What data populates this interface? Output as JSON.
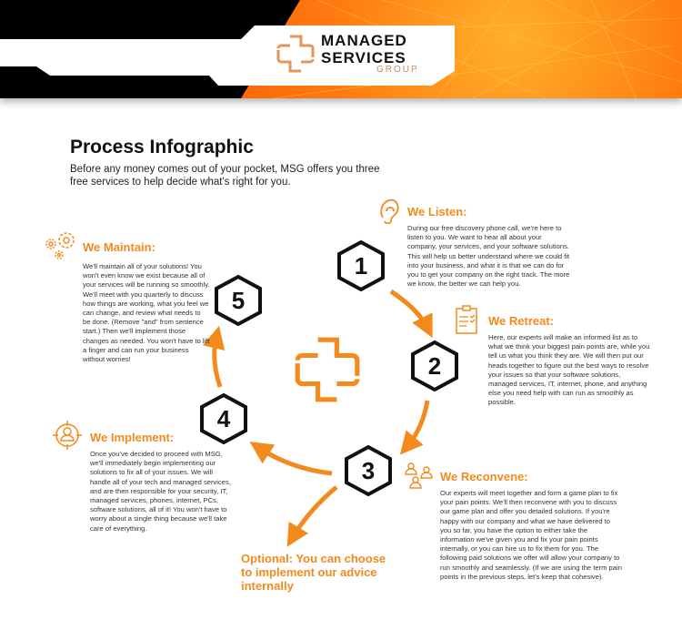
{
  "header": {
    "logo_line1": "MANAGED",
    "logo_line2": "SERVICES",
    "logo_line3": "GROUP"
  },
  "title": "Process Infographic",
  "subtitle": "Before any money comes out of your pocket, MSG offers you three free services to help decide what's right for you.",
  "steps": [
    {
      "number": "1",
      "heading": "We Listen:",
      "icon": "ear-icon",
      "body": "During our free discovery phone call, we're here to listen to you. We want to hear all about your company, your services, and your software solutions. This will help us better understand where we could fit into your business, and what it is that we can do for you to get your company on the right track. The more we know, the better we can help you."
    },
    {
      "number": "2",
      "heading": "We Retreat:",
      "icon": "clipboard-icon",
      "body": "Here, our experts will make an informed list as to what we think your biggest pain points are, while you tell us what you think they are. We will then put our heads together to figure out the best ways to resolve your issues so that your software solutions, managed services, IT, internet, phone, and anything else you need help with can run as smoothly as possible."
    },
    {
      "number": "3",
      "heading": "We Reconvene:",
      "icon": "people-icon",
      "body": "Our experts will meet together and form a game plan to fix your pain points. We'll then reconvene with you to discuss our game plan and offer you detailed solutions. If you're happy with our company and what we have delivered to you so far, you have the option to either take the information we've given you and fix your pain points internally, or you can hire us to fix them for you. The following paid solutions we offer will allow your company to run smoothly and seamlessly. (If we are using the term pain points in the previous steps, let's keep that cohesive)."
    },
    {
      "number": "4",
      "heading": "We Implement:",
      "icon": "target-person-icon",
      "body": "Once you've decided to proceed with MSG, we'll immediately begin implementing our solutions to fix all of your issues. We will handle all of your tech and managed services, and are then responsible for your security, IT, managed services, phones, internet, PCs, software solutions, all of it! You won't have to worry about a single thing because we'll take care of everything."
    },
    {
      "number": "5",
      "heading": "We Maintain:",
      "icon": "gears-icon",
      "body": "We'll maintain all of your solutions! You won't even know we exist because all of your services will be running so smoothly. We'll meet with you quarterly to discuss how things are working, what you feel we can change, and review what needs to be done. (Remove \"and\" from sentence start.) Then we'll implement those changes as needed. You won't have to lift a finger and can run your business without worries!"
    }
  ],
  "optional": "Optional: You can choose to implement our advice internally",
  "colors": {
    "accent": "#f28a1e",
    "dark": "#111111"
  }
}
